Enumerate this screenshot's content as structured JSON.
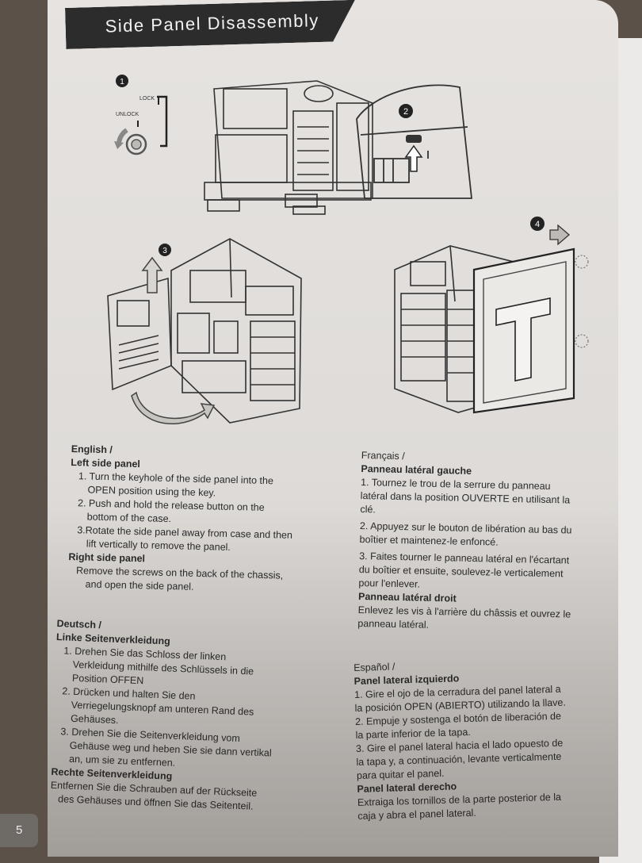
{
  "title": "Side Panel Disassembly",
  "figures": {
    "step1": {
      "number": "1",
      "lock_label": "LOCK",
      "unlock_label": "UNLOCK"
    },
    "step2": {
      "number": "2"
    },
    "step3": {
      "number": "3"
    },
    "step4": {
      "number": "4"
    }
  },
  "english": {
    "heading": "English /",
    "subheading": "Left side panel",
    "lines": [
      "1. Turn the keyhole of the side panel into the",
      "OPEN position using the key.",
      "2. Push and hold the release button on the",
      "bottom of the case.",
      "3.Rotate the side panel away from case and then",
      "lift vertically to remove the panel."
    ],
    "subheading2": "Right side panel",
    "lines2": [
      "Remove the screws on the back of the chassis,",
      "and open the side panel."
    ]
  },
  "deutsch": {
    "heading": "Deutsch /",
    "subheading": "Linke Seitenverkleidung",
    "lines": [
      "1. Drehen Sie das Schloss der linken",
      "Verkleidung mithilfe des Schlüssels in die",
      "Position OFFEN",
      "2. Drücken und halten Sie den",
      "Verriegelungsknopf am unteren Rand des",
      "Gehäuses.",
      "3. Drehen Sie die Seitenverkleidung vom",
      "Gehäuse weg und heben Sie sie dann vertikal",
      "an, um sie zu entfernen."
    ],
    "subheading2": "Rechte Seitenverkleidung",
    "lines2": [
      "Entfernen Sie die Schrauben auf der Rückseite",
      "des Gehäuses und öffnen Sie das Seitenteil."
    ]
  },
  "francais": {
    "heading": "Français /",
    "subheading": "Panneau latéral gauche",
    "lines": [
      "1. Tournez le trou de la serrure du panneau",
      "latéral dans la position OUVERTE en utilisant la",
      "clé.",
      "2. Appuyez sur le bouton de libération au bas du",
      "boîtier et maintenez-le enfoncé.",
      "3. Faites tourner le panneau latéral en l'écartant",
      "du boîtier et ensuite, soulevez-le verticalement",
      "pour l'enlever."
    ],
    "subheading2": "Panneau latéral droit",
    "lines2": [
      "Enlevez les vis à l'arrière du châssis et ouvrez le",
      "panneau latéral."
    ]
  },
  "espanol": {
    "heading": "Español /",
    "subheading": "Panel lateral izquierdo",
    "lines": [
      "1. Gire el ojo de la cerradura del panel lateral a",
      "la posición OPEN (ABIERTO) utilizando la llave.",
      "2. Empuje y sostenga el botón de liberación de",
      "la parte inferior de la tapa.",
      "3. Gire el panel lateral hacia el lado opuesto de",
      "la tapa y, a continuación, levante verticalmente",
      "para quitar el panel."
    ],
    "subheading2": "Panel lateral derecho",
    "lines2": [
      "Extraiga los tornillos de la parte posterior de la",
      "caja y abra el panel lateral."
    ]
  },
  "page_number": "5"
}
